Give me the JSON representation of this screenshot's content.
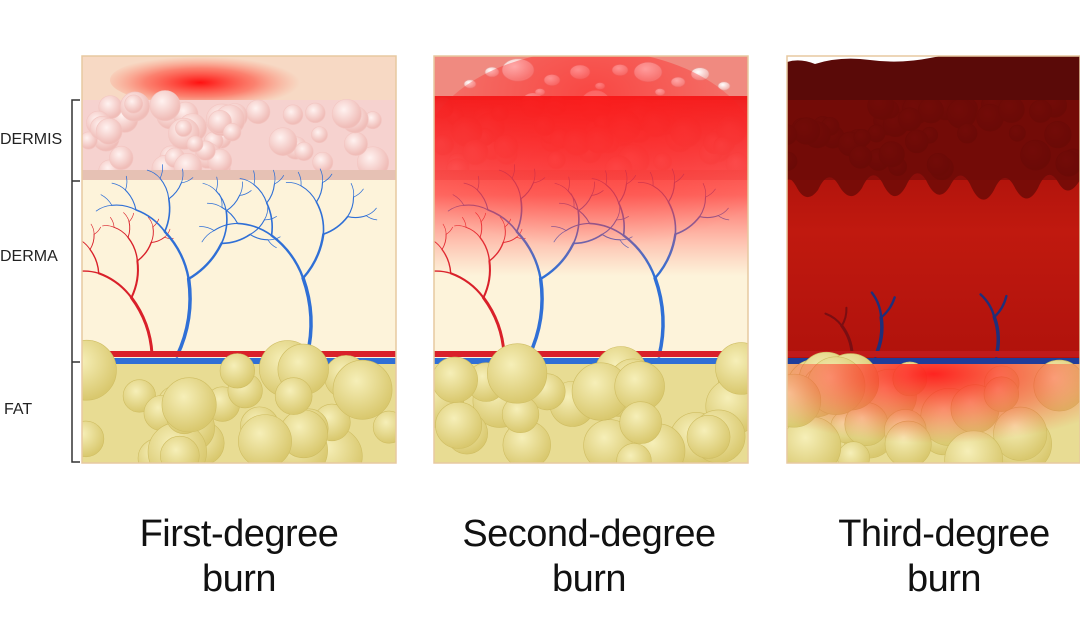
{
  "layers": {
    "epidermis": "DERMIS",
    "derma": "DERMA",
    "fat": "FAT"
  },
  "panels": [
    {
      "title_line1": "First-degree",
      "title_line2": "burn"
    },
    {
      "title_line1": "Second-degree",
      "title_line2": "burn"
    },
    {
      "title_line1": "Third-degree",
      "title_line2": "burn"
    }
  ],
  "colors": {
    "skin_surface": "#f7d9c4",
    "epidermis": "#f6d2cf",
    "derma": "#fdf3da",
    "fat": "#e8dc93",
    "artery": "#d9202a",
    "vein": "#2f6fd6",
    "burn_red": "#ff1a1a",
    "char_dark": "#5a0a08",
    "third_degree_tissue": "#b2130c"
  }
}
